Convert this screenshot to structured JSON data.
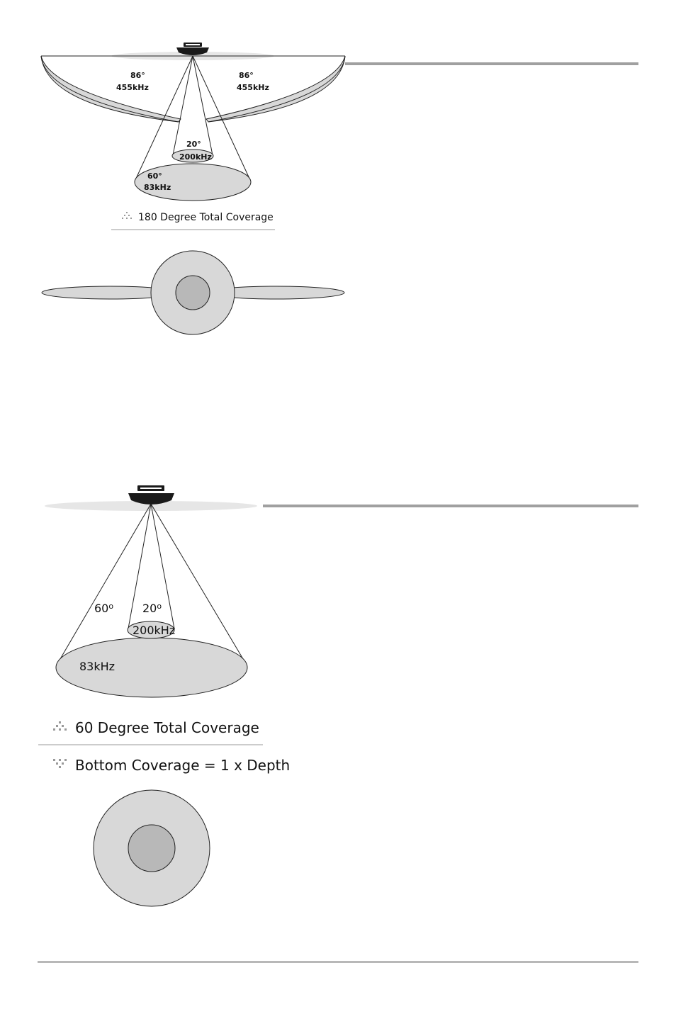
{
  "diagram_1": {
    "left_beam": {
      "angle": "86°",
      "freq": "455kHz"
    },
    "right_beam": {
      "angle": "86°",
      "freq": "455kHz"
    },
    "narrow_beam": {
      "angle": "20°",
      "freq": "200kHz"
    },
    "wide_beam": {
      "angle": "60°",
      "freq": "83kHz"
    },
    "legend": {
      "coverage": "180 Degree Total Coverage"
    }
  },
  "diagram_2": {
    "wide_beam": {
      "angle": "60",
      "angle_sup": "o",
      "freq": "83kHz"
    },
    "narrow_beam": {
      "angle": "20",
      "angle_sup": "o",
      "freq": "200kHz"
    },
    "legend": {
      "coverage": "60 Degree Total Coverage",
      "bottom": "Bottom Coverage = 1 x Depth"
    }
  },
  "colors": {
    "beam_fill": "#d8d8d8",
    "inner_fill": "#b8b8b8",
    "stroke": "#222222",
    "rule": "#a0a0a0"
  }
}
